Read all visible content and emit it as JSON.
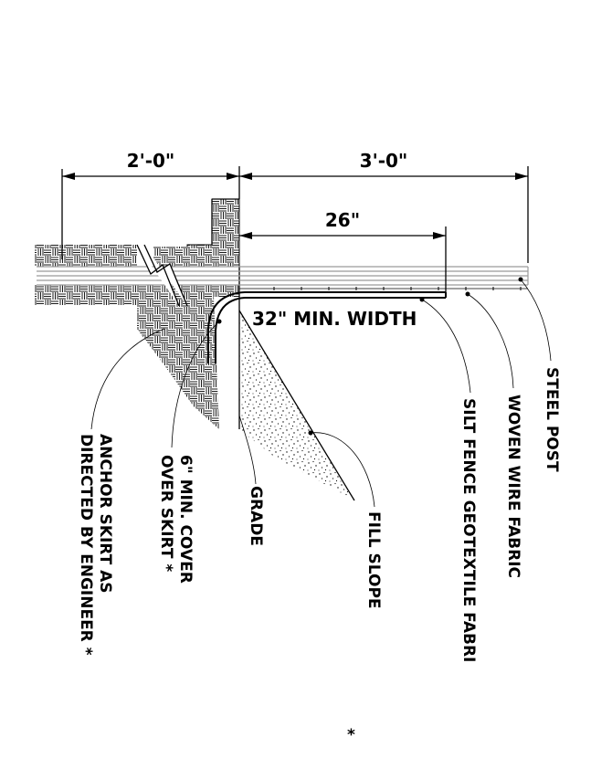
{
  "dimensions": {
    "left_width": "2'-0\"",
    "right_width": "3'-0\"",
    "inner_width": "26\""
  },
  "labels": {
    "min_width": "32\" MIN. WIDTH",
    "steel_post": "STEEL POST",
    "woven_wire": "WOVEN WIRE FABRIC",
    "silt_fence": "SILT FENCE GEOTEXTILE FABRI",
    "fill_slope": "FILL SLOPE",
    "grade": "GRADE",
    "cover_line1": "6\" MIN. COVER",
    "cover_line2": "OVER SKIRT *",
    "anchor_line1": "ANCHOR SKIRT AS",
    "anchor_line2": "DIRECTED BY ENGINEER *",
    "footnote_mark": "*"
  }
}
